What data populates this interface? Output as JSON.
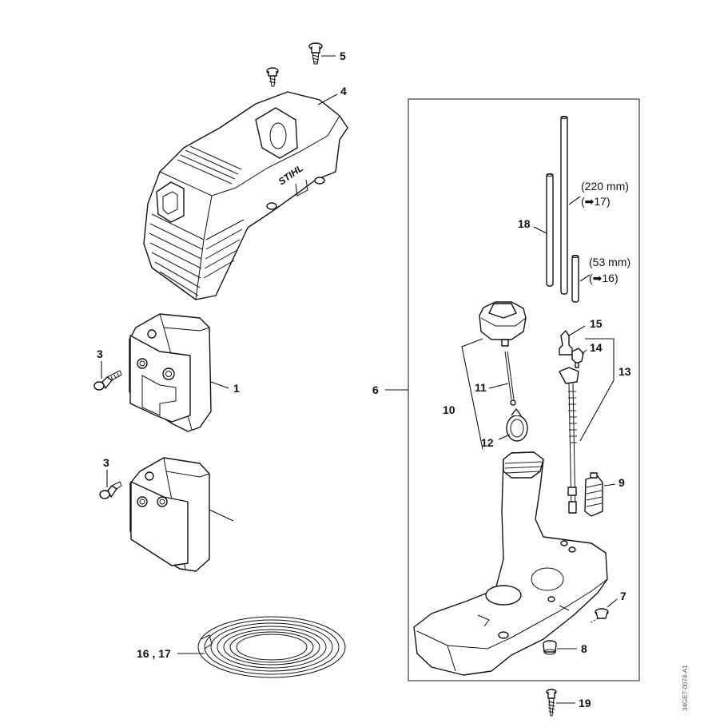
{
  "diagram": {
    "doc_id": "34GET-0074-A1",
    "brand_mark": "STIHL",
    "callouts": {
      "c1": "1",
      "c3a": "3",
      "c3b": "3",
      "c4": "4",
      "c5": "5",
      "c6": "6",
      "c7": "7",
      "c8": "8",
      "c9": "9",
      "c10": "10",
      "c11": "11",
      "c12": "12",
      "c13": "13",
      "c14": "14",
      "c15": "15",
      "c16_17": "16 , 17",
      "c18": "18",
      "c19": "19"
    },
    "hose_long": {
      "length": "(220 mm)",
      "ref": "(➡17)"
    },
    "hose_short": {
      "length": "(53 mm)",
      "ref": "(➡16)"
    }
  }
}
